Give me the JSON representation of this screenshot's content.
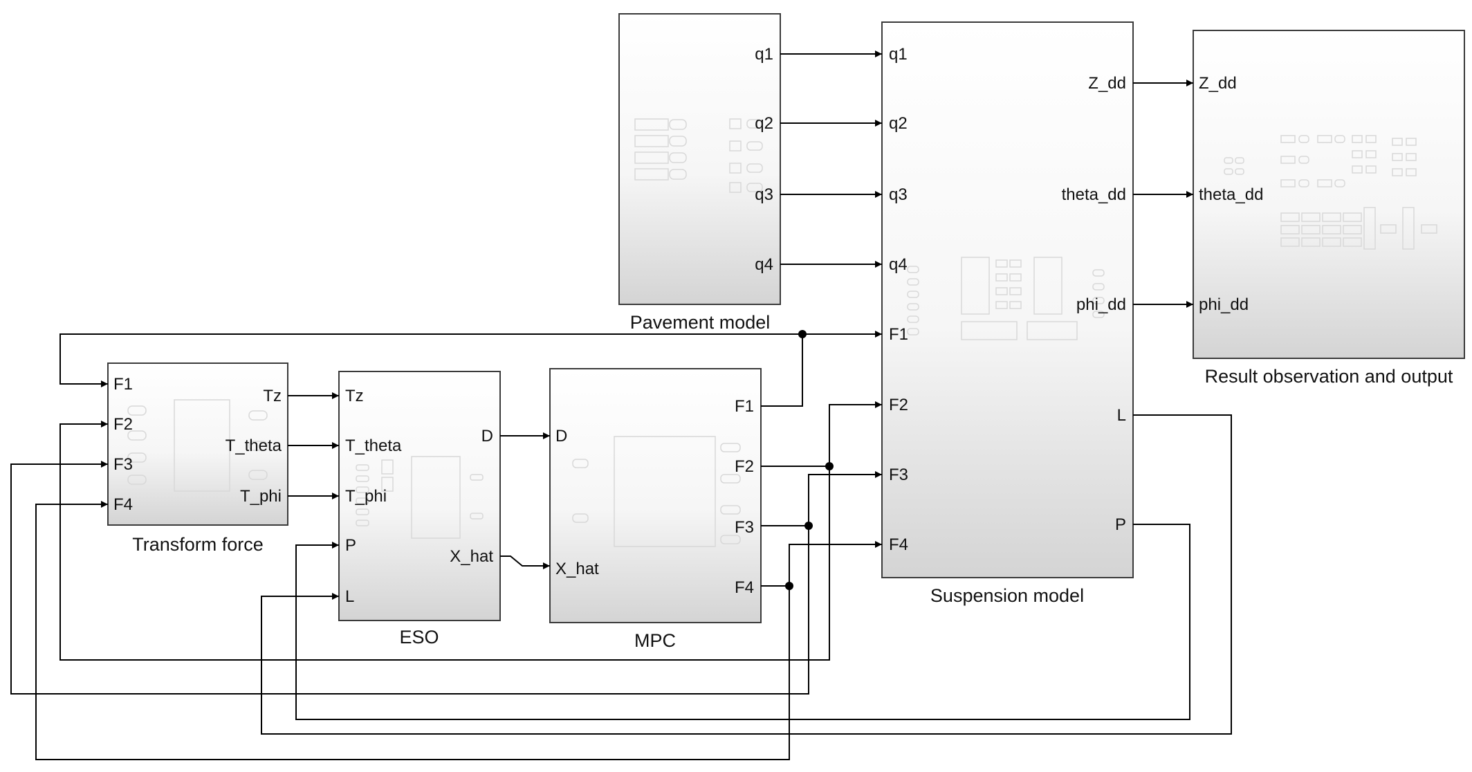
{
  "blocks": {
    "pavement": {
      "title": "Pavement model",
      "outputs": [
        "q1",
        "q2",
        "q3",
        "q4"
      ]
    },
    "suspension": {
      "title": "Suspension model",
      "inputs": [
        "q1",
        "q2",
        "q3",
        "q4",
        "F1",
        "F2",
        "F3",
        "F4"
      ],
      "outputs": [
        "Z_dd",
        "theta_dd",
        "phi_dd",
        "L",
        "P"
      ]
    },
    "result": {
      "title": "Result observation and output",
      "inputs": [
        "Z_dd",
        "theta_dd",
        "phi_dd"
      ]
    },
    "transform": {
      "title": "Transform force",
      "inputs": [
        "F1",
        "F2",
        "F3",
        "F4"
      ],
      "outputs": [
        "Tz",
        "T_theta",
        "T_phi"
      ]
    },
    "eso": {
      "title": "ESO",
      "inputs": [
        "Tz",
        "T_theta",
        "T_phi",
        "P",
        "L"
      ],
      "outputs": [
        "D",
        "X_hat"
      ]
    },
    "mpc": {
      "title": "MPC",
      "inputs": [
        "D",
        "X_hat"
      ],
      "outputs": [
        "F1",
        "F2",
        "F3",
        "F4"
      ]
    }
  }
}
